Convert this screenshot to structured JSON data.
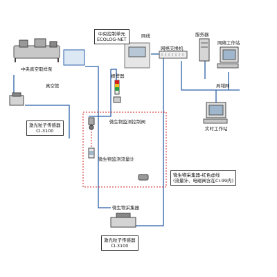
{
  "labels": {
    "central_control_unit": "中央控制单元",
    "ecolog": "ECOLOG-NET",
    "network_line": "网线",
    "network_switch": "网络交换机",
    "server": "服务器",
    "network_workstation": "网络工作站",
    "lan": "局域网",
    "realtime_workstation": "实时工作站",
    "vacuum_pump": "中央真空取样泵",
    "vacuum_tube": "真空管",
    "alarm": "报警器",
    "micro_monitor_valve": "微生物监测控制阀",
    "micro_flowmeter": "微生物监测流量计",
    "laser_sensor_top": "激光粒子传感器",
    "laser_model_top": "CI-3100",
    "micro_collector": "微生物采集器",
    "laser_sensor_bottom": "激光粒子传感器",
    "laser_model_bottom": "CI-3100",
    "legend_title": "微生物采集器-红色虚线",
    "legend_note": "(流量计、电磁阀含在CI-99内)"
  },
  "colors": {
    "line": "#2a5fa8",
    "dashed_red": "#d22020",
    "light_gray": "#bdbdbd"
  }
}
